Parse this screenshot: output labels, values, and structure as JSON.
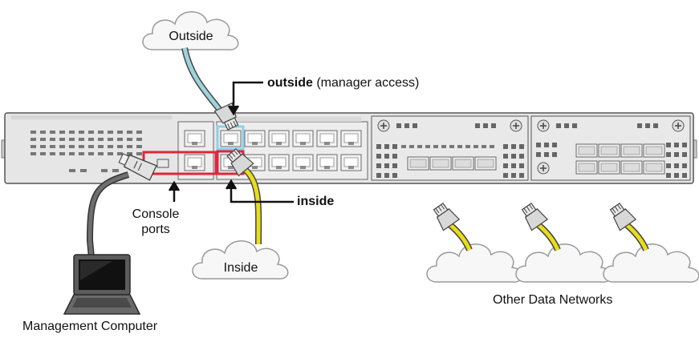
{
  "clouds": {
    "outside": "Outside",
    "inside": "Inside"
  },
  "callouts": {
    "outside_bold": "outside",
    "outside_rest": " (manager access)",
    "inside_bold": "inside",
    "console_line1": "Console",
    "console_line2": "ports"
  },
  "labels": {
    "management_computer": "Management Computer",
    "other_networks": "Other Data Networks"
  },
  "colors": {
    "outside_cable": "#9fd3dc",
    "inside_cable": "#e8dd1a",
    "console_cable": "#6e6e6e",
    "highlight_red": "#e0263a",
    "highlight_blue": "#8fd0ea",
    "chassis": "#e6e6e6"
  }
}
